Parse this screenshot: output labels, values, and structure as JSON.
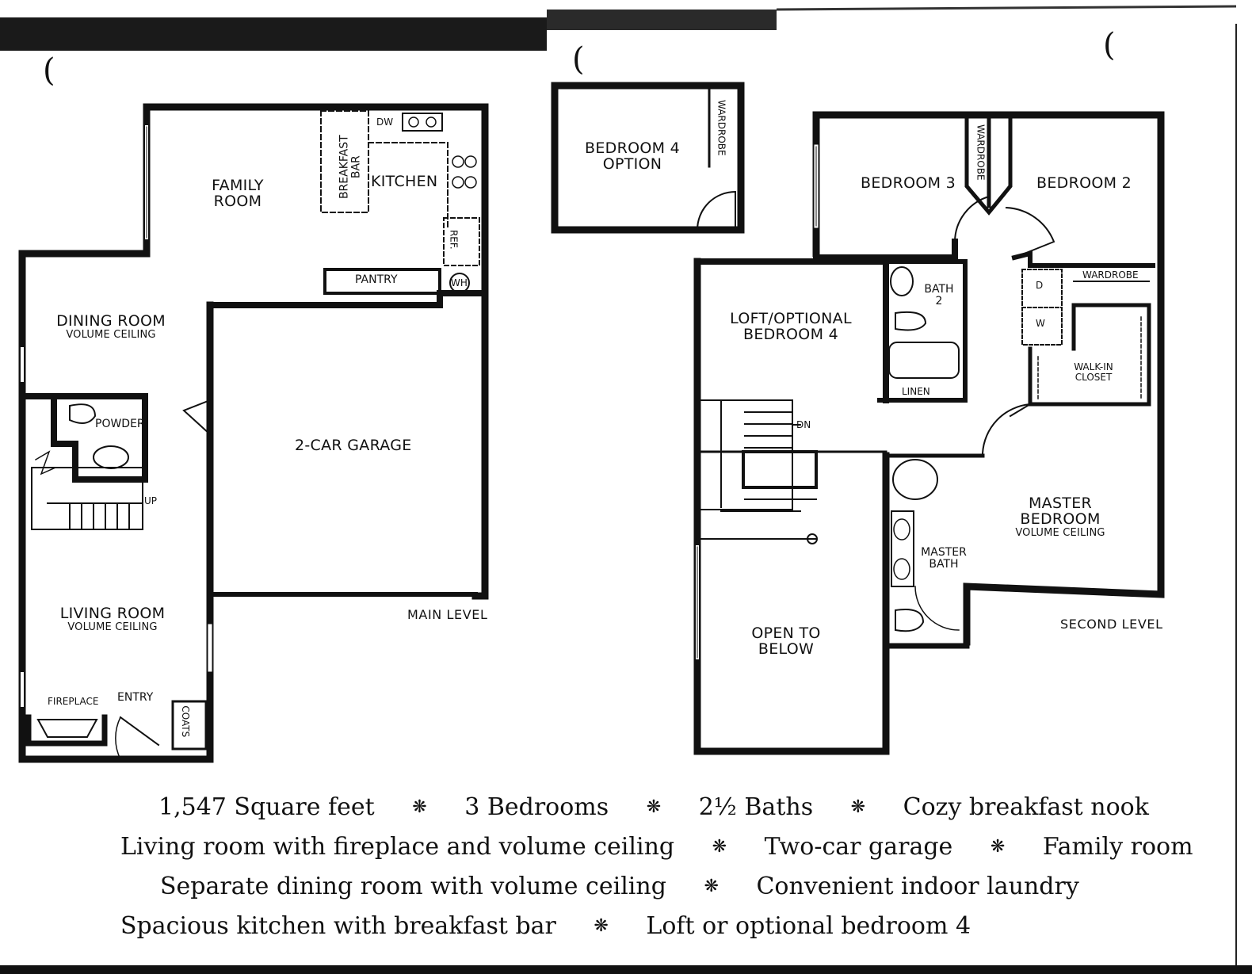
{
  "levels": {
    "main": "MAIN LEVEL",
    "second": "SECOND LEVEL"
  },
  "rooms_main": {
    "family_room": [
      "FAMILY",
      "ROOM"
    ],
    "kitchen": "KITCHEN",
    "breakfast_bar": [
      "BREAKFAST",
      "BAR"
    ],
    "dw": "DW",
    "ref": "REF.",
    "pantry": "PANTRY",
    "wh": "WH",
    "dining_room": "DINING ROOM",
    "dining_ceiling": "VOLUME CEILING",
    "powder": "POWDER",
    "up": "UP",
    "garage": "2-CAR GARAGE",
    "living_room": "LIVING ROOM",
    "living_ceiling": "VOLUME CEILING",
    "fireplace": "FIREPLACE",
    "entry": "ENTRY",
    "coats": "COATS"
  },
  "rooms_second": {
    "bedroom4_option": [
      "BEDROOM 4",
      "OPTION"
    ],
    "wardrobe_b4": "WARDROBE",
    "bedroom3": "BEDROOM 3",
    "wardrobe_b3": "WARDROBE",
    "bedroom2": "BEDROOM 2",
    "wardrobe_b2": "WARDROBE",
    "loft": [
      "LOFT/OPTIONAL",
      "BEDROOM 4"
    ],
    "bath2": [
      "BATH",
      "2"
    ],
    "linen": "LINEN",
    "dryer": "D",
    "washer": "W",
    "walkin": [
      "WALK-IN",
      "CLOSET"
    ],
    "dn": "DN",
    "master_bedroom": [
      "MASTER",
      "BEDROOM"
    ],
    "master_ceiling": "VOLUME CEILING",
    "master_bath": [
      "MASTER",
      "BATH"
    ],
    "open_below": [
      "OPEN TO",
      "BELOW"
    ]
  },
  "features": [
    [
      "1,547 Square feet",
      "3 Bedrooms",
      "2½ Baths",
      "Cozy breakfast nook"
    ],
    [
      "Living room with fireplace and volume ceiling",
      "Two-car garage",
      "Family room"
    ],
    [
      "Separate dining room with volume ceiling",
      "Convenient indoor laundry"
    ],
    [
      "Spacious kitchen with breakfast bar",
      "Loft or optional bedroom 4"
    ]
  ],
  "separator_glyph": "❋",
  "paren_glyph": "(",
  "colors": {
    "ink": "#111111",
    "paper": "#ffffff"
  }
}
